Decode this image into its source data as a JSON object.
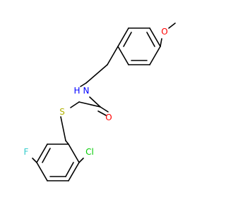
{
  "molecule": {
    "atoms": {
      "oxygen_methoxy": {
        "label": "O",
        "color": "#ff0000"
      },
      "nitrogen": {
        "label": "N",
        "color": "#0000ff"
      },
      "hydrogen_amide": {
        "label": "H",
        "color": "#0000ff"
      },
      "oxygen_carbonyl": {
        "label": "O",
        "color": "#ff0000"
      },
      "sulfur": {
        "label": "S",
        "color": "#b2b200"
      },
      "fluorine": {
        "label": "F",
        "color": "#33cccc"
      },
      "chlorine": {
        "label": "Cl",
        "color": "#00cc00"
      }
    },
    "bond_color": "#000000"
  }
}
